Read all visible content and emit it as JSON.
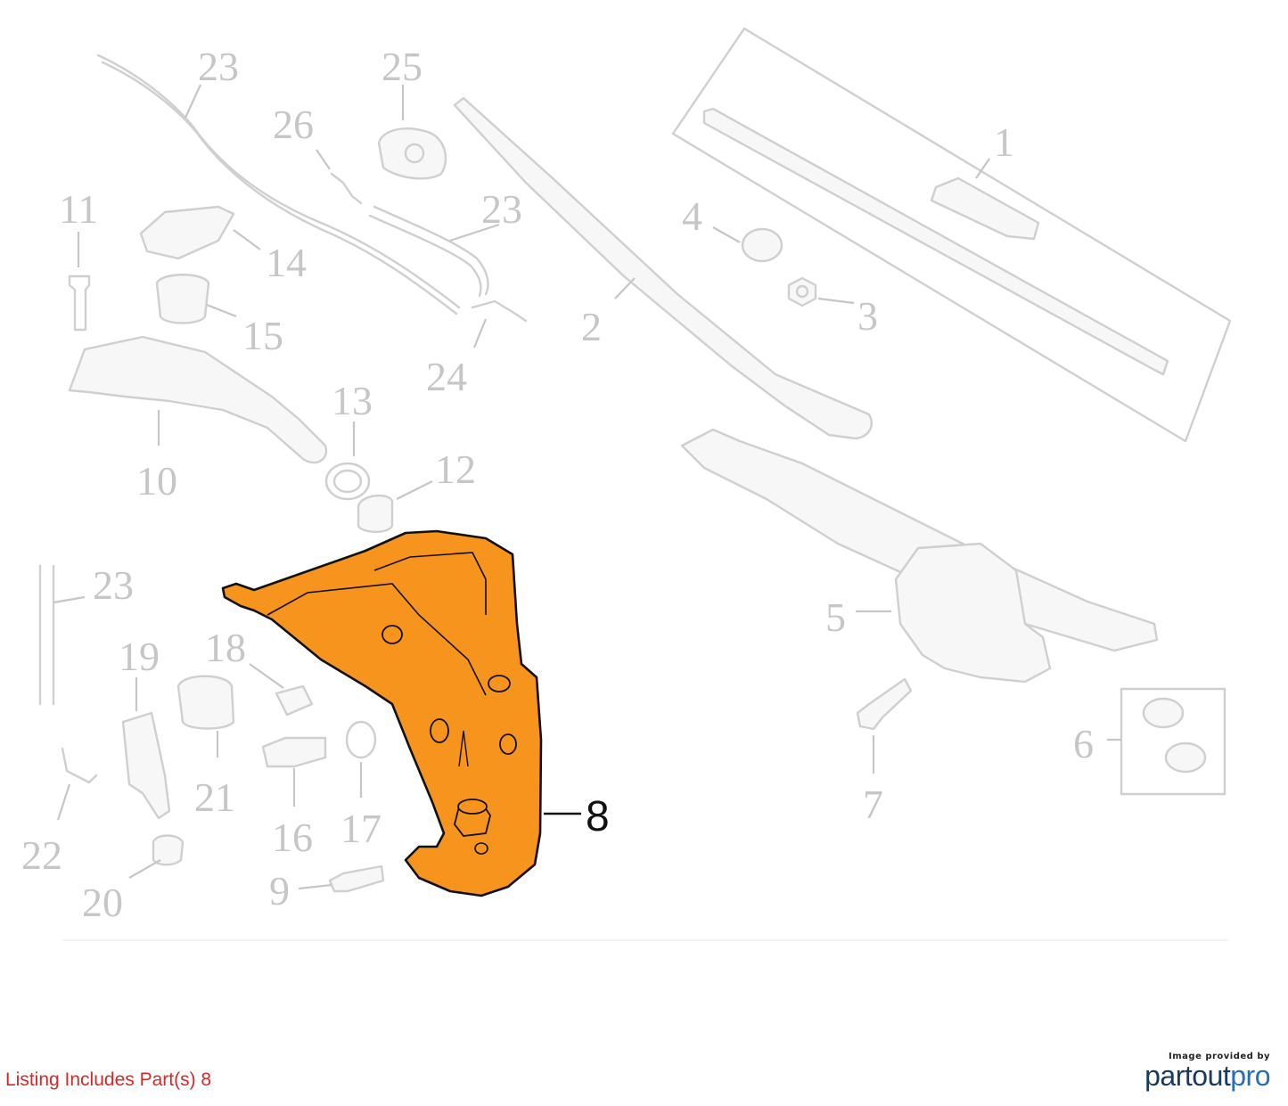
{
  "diagram": {
    "callouts": [
      "23",
      "25",
      "26",
      "1",
      "11",
      "23",
      "4",
      "14",
      "3",
      "15",
      "2",
      "24",
      "13",
      "10",
      "12",
      "23",
      "5",
      "19",
      "18",
      "6",
      "21",
      "16",
      "17",
      "7",
      "22",
      "20",
      "9"
    ],
    "highlighted_callout": "8",
    "colors": {
      "highlight_fill": "#f7941d",
      "ghost_stroke": "#cfcfcf",
      "callout_text": "#c6c6c6"
    }
  },
  "footer": {
    "listing_note": "Listing Includes Part(s) 8",
    "brand_tagline": "Image provided by",
    "brand_name_part1": "partout",
    "brand_name_part2": "pro"
  }
}
